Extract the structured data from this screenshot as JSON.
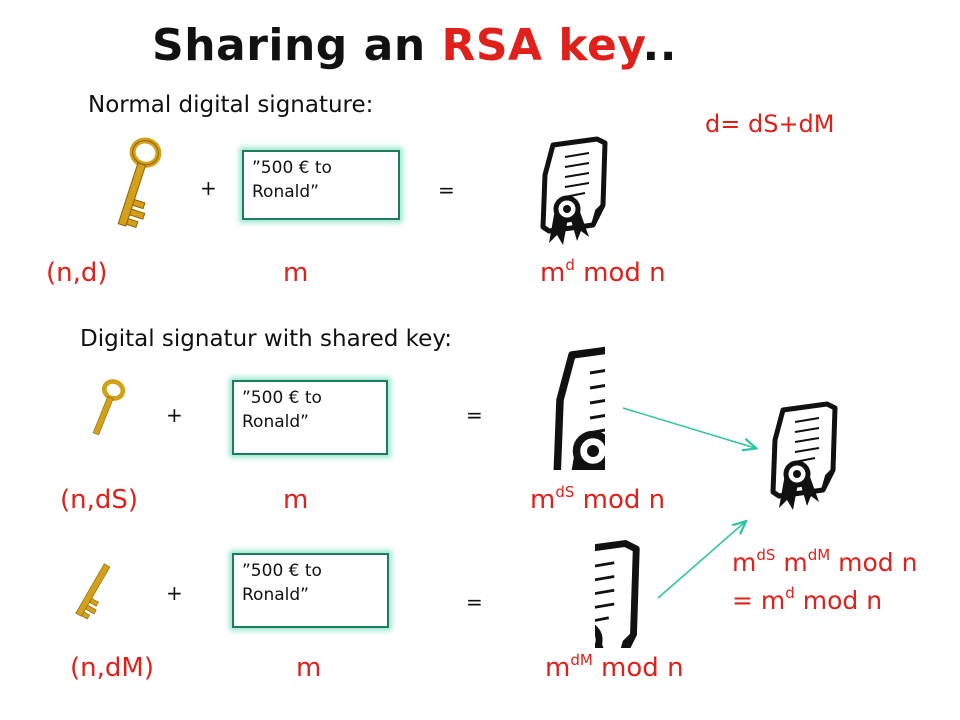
{
  "title": {
    "prefix": "Sharing an ",
    "highlight": "RSA key",
    "suffix": ".."
  },
  "normal_heading": "Normal digital signature:",
  "shared_heading": "Digital signatur with shared key:",
  "key_split": "d= dS+dM",
  "message": {
    "line1": "”500 € to",
    "line2": "Ronald”"
  },
  "plus": "+",
  "equals": "=",
  "rows": [
    {
      "key_label": "(n,d)",
      "msg_label": "m",
      "sig_base": "m",
      "sig_exp": "d",
      "sig_tail": " mod n"
    },
    {
      "key_label": "(n,dS)",
      "msg_label": "m",
      "sig_base": "m",
      "sig_exp": "dS",
      "sig_tail": " mod n"
    },
    {
      "key_label": "(n,dM)",
      "msg_label": "m",
      "sig_base": "m",
      "sig_exp": "dM",
      "sig_tail": " mod n"
    }
  ],
  "combined": {
    "b1": "m",
    "e1": "dS",
    "b2": " m",
    "e2": "dM",
    "tail1": " mod n",
    "line2_pre": "= m",
    "line2_exp": "d",
    "line2_tail": " mod n"
  },
  "colors": {
    "accent": "#e0201b",
    "key_gold": "#d4a017",
    "arrow": "#2ec4a0",
    "box_border": "#1f7a60"
  },
  "icons": [
    "key-icon",
    "certificate-icon",
    "arrow"
  ]
}
